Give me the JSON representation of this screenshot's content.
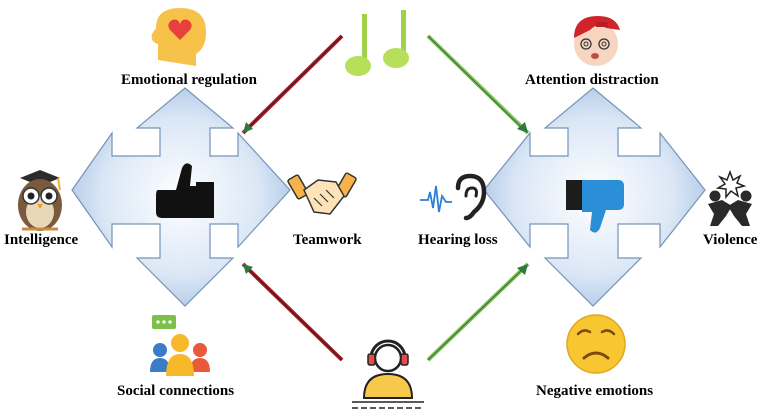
{
  "positive_effects": {
    "top": "Emotional regulation",
    "left": "Intelligence",
    "right": "Teamwork",
    "bottom": "Social connections"
  },
  "negative_effects": {
    "top": "Attention distraction",
    "left": "Hearing loss",
    "right": "Violence",
    "bottom": "Negative emotions"
  },
  "icons": {
    "center_top": "music-note-icon",
    "center_bottom": "person-with-headphones-icon",
    "positive_center": "thumbs-up-icon",
    "negative_center": "thumbs-down-icon",
    "emotional_regulation": "head-with-heart-icon",
    "intelligence": "owl-with-graduation-cap-icon",
    "teamwork": "handshake-icon",
    "social_connections": "group-chat-icon",
    "attention_distraction": "dizzy-face-icon",
    "hearing_loss": "ear-with-sound-wave-icon",
    "violence": "fighting-people-icon",
    "negative_emotions": "sad-face-icon"
  },
  "colors": {
    "arrow_to_positive": "#a51c24",
    "arrow_to_negative": "#7cc05a",
    "cross_fill": "#c9dcf2",
    "cross_stroke": "#6f8fb6",
    "thumb_up": "#111111",
    "thumb_down": "#2a8fd6"
  }
}
